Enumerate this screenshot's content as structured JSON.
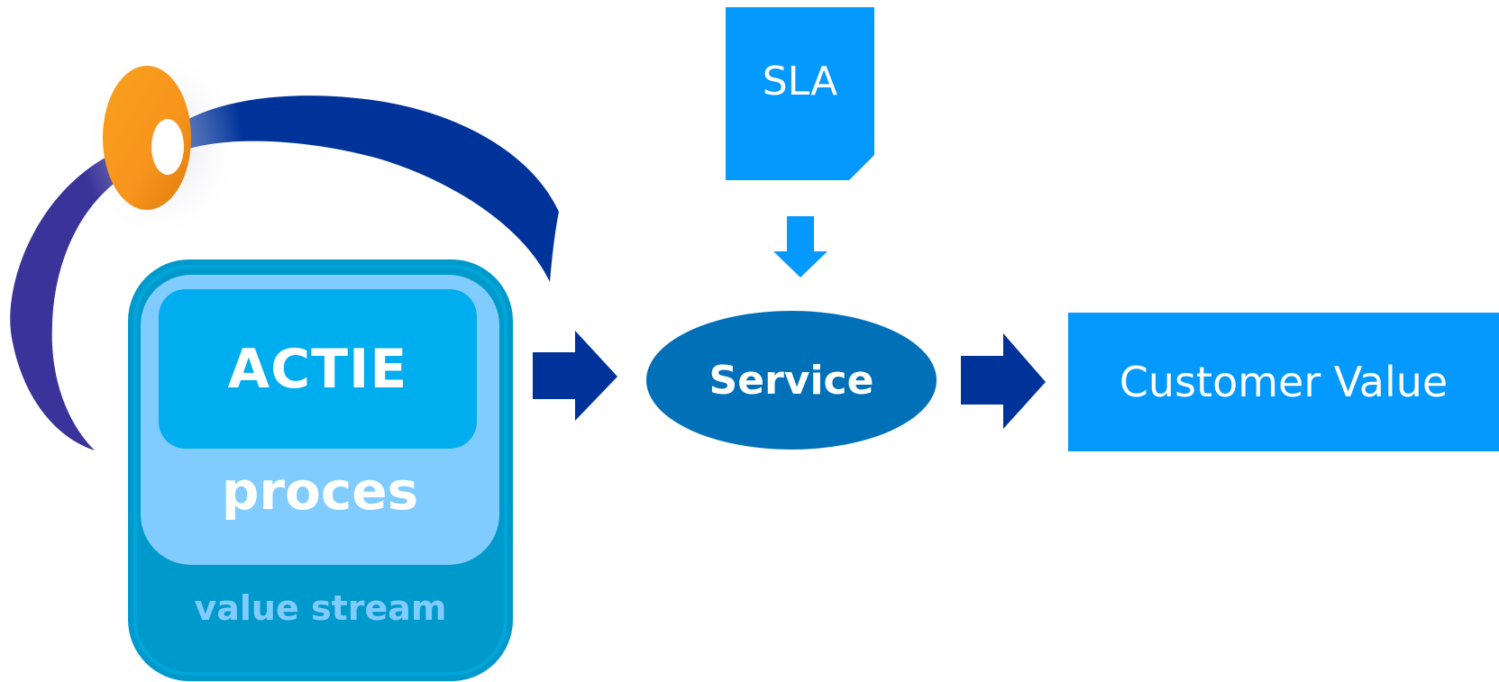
{
  "diagram": {
    "sla": {
      "label": "SLA"
    },
    "process_box": {
      "actie_label": "ACTIE",
      "proces_label": "proces",
      "value_stream_label": "value stream"
    },
    "service": {
      "label": "Service"
    },
    "customer_value": {
      "label": "Customer Value"
    }
  },
  "colors": {
    "value_stream_outer": "#0099cc",
    "process_mid": "#80ccff",
    "actie_inner": "#00adee",
    "sla_note": "#0399ff",
    "service_ellipse": "#0070b8",
    "customer_box": "#0399ff",
    "arrow_dark": "#003399",
    "arc_dark": "#00339a",
    "arc_left": "#3a3399",
    "orange_ring": "#f7941d"
  },
  "icons": {
    "feedback": "feedback-loop-arc",
    "ring": "orange-ring-icon"
  }
}
